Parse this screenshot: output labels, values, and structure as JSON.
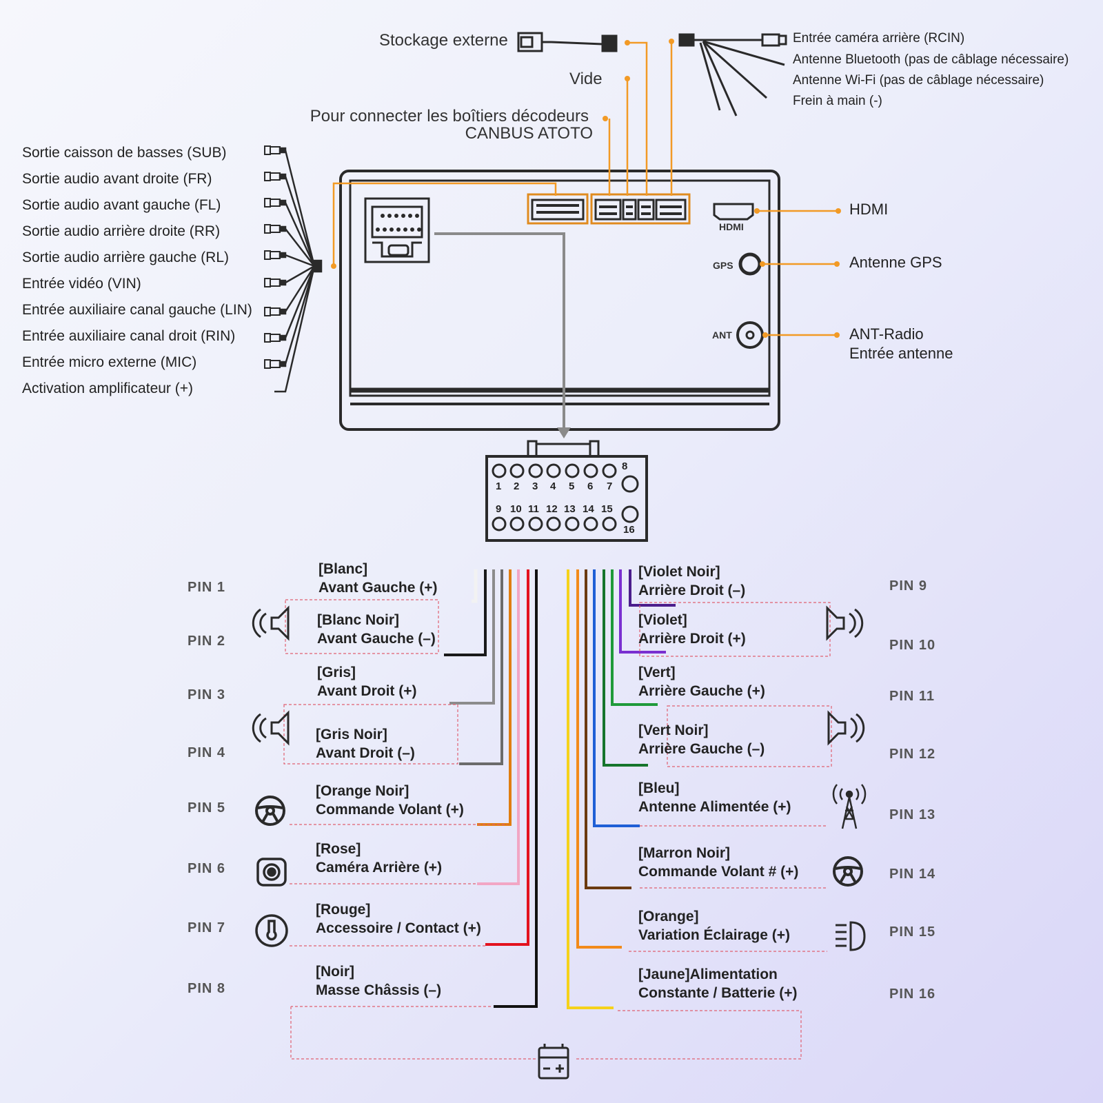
{
  "colors": {
    "outline": "#2a2a2a",
    "orange_line": "#f29a25",
    "gray_arrow": "#8a8a8a",
    "dashed_red": "#e06070"
  },
  "top_labels": {
    "external_storage": "Stockage externe",
    "vide": "Vide",
    "canbus_line1": "Pour connecter les boîtiers décodeurs",
    "canbus_line2": "CANBUS ATOTO"
  },
  "right_cable_labels": [
    "Entrée caméra arrière (RCIN)",
    "Antenne Bluetooth (pas de câblage nécessaire)",
    "Antenne Wi-Fi (pas de câblage nécessaire)",
    "Frein à main (-)"
  ],
  "rca_labels": [
    "Sortie caisson de basses (SUB)",
    "Sortie audio avant droite (FR)",
    "Sortie audio avant gauche (FL)",
    "Sortie audio arrière droite (RR)",
    "Sortie audio arrière gauche (RL)",
    "Entrée vidéo (VIN)",
    "Entrée auxiliaire canal gauche (LIN)",
    "Entrée auxiliaire canal droit (RIN)",
    "Entrée micro externe (MIC)",
    "Activation amplificateur (+)"
  ],
  "ports": {
    "hdmi_small": "HDMI",
    "gps_small": "GPS",
    "ant_small": "ANT",
    "hdmi": "HDMI",
    "gps": "Antenne GPS",
    "ant_line1": "ANT-Radio",
    "ant_line2": "Entrée antenne"
  },
  "connector_pins_top": [
    "1",
    "2",
    "3",
    "4",
    "5",
    "6",
    "7",
    "8"
  ],
  "connector_pins_bottom": [
    "9",
    "10",
    "11",
    "12",
    "13",
    "14",
    "15",
    "16"
  ],
  "pins_left": [
    {
      "pin": "PIN 1",
      "color_name": "[Blanc]",
      "function": "Avant Gauche (+)",
      "wire": "#f2f2f2"
    },
    {
      "pin": "PIN 2",
      "color_name": "[Blanc Noir]",
      "function": "Avant Gauche (–)",
      "wire": "#1a1a1a"
    },
    {
      "pin": "PIN 3",
      "color_name": "[Gris]",
      "function": "Avant Droit (+)",
      "wire": "#8c8c8c"
    },
    {
      "pin": "PIN 4",
      "color_name": "[Gris Noir]",
      "function": "Avant Droit (–)",
      "wire": "#6b6b6b"
    },
    {
      "pin": "PIN 5",
      "color_name": "[Orange Noir]",
      "function": "Commande Volant (+)",
      "wire": "#e07d10"
    },
    {
      "pin": "PIN 6",
      "color_name": "[Rose]",
      "function": "Caméra Arrière (+)",
      "wire": "#f2a6c4"
    },
    {
      "pin": "PIN 7",
      "color_name": "[Rouge]",
      "function": "Accessoire / Contact (+)",
      "wire": "#e3121e"
    },
    {
      "pin": "PIN 8",
      "color_name": "[Noir]",
      "function": "Masse Châssis (–)",
      "wire": "#111111"
    }
  ],
  "pins_right": [
    {
      "pin": "PIN 9",
      "color_name": "[Violet Noir]",
      "function": "Arrière Droit (–)",
      "wire": "#4b1d8c"
    },
    {
      "pin": "PIN 10",
      "color_name": "[Violet]",
      "function": "Arrière Droit (+)",
      "wire": "#7a2fd0"
    },
    {
      "pin": "PIN 11",
      "color_name": "[Vert]",
      "function": "Arrière Gauche (+)",
      "wire": "#1f9a3a"
    },
    {
      "pin": "PIN 12",
      "color_name": "[Vert Noir]",
      "function": "Arrière Gauche (–)",
      "wire": "#16752c"
    },
    {
      "pin": "PIN 13",
      "color_name": "[Bleu]",
      "function": "Antenne Alimentée (+)",
      "wire": "#1f5fd6"
    },
    {
      "pin": "PIN 14",
      "color_name": "[Marron Noir]",
      "function": "Commande Volant # (+)",
      "wire": "#6b3a10"
    },
    {
      "pin": "PIN 15",
      "color_name": "[Orange]",
      "function": "Variation Éclairage (+)",
      "wire": "#f28a1a"
    },
    {
      "pin": "PIN 16",
      "color_name": "[Jaune]Alimentation",
      "function": "Constante / Batterie (+)",
      "wire": "#f5d21a"
    }
  ],
  "icons": {
    "speaker_left": "speaker-icon",
    "speaker_right": "speaker-icon",
    "steering": "steering-wheel-icon",
    "camera": "camera-icon",
    "ignition": "ignition-key-icon",
    "antenna": "antenna-tower-icon",
    "headlight": "headlight-icon",
    "battery": "battery-icon"
  }
}
